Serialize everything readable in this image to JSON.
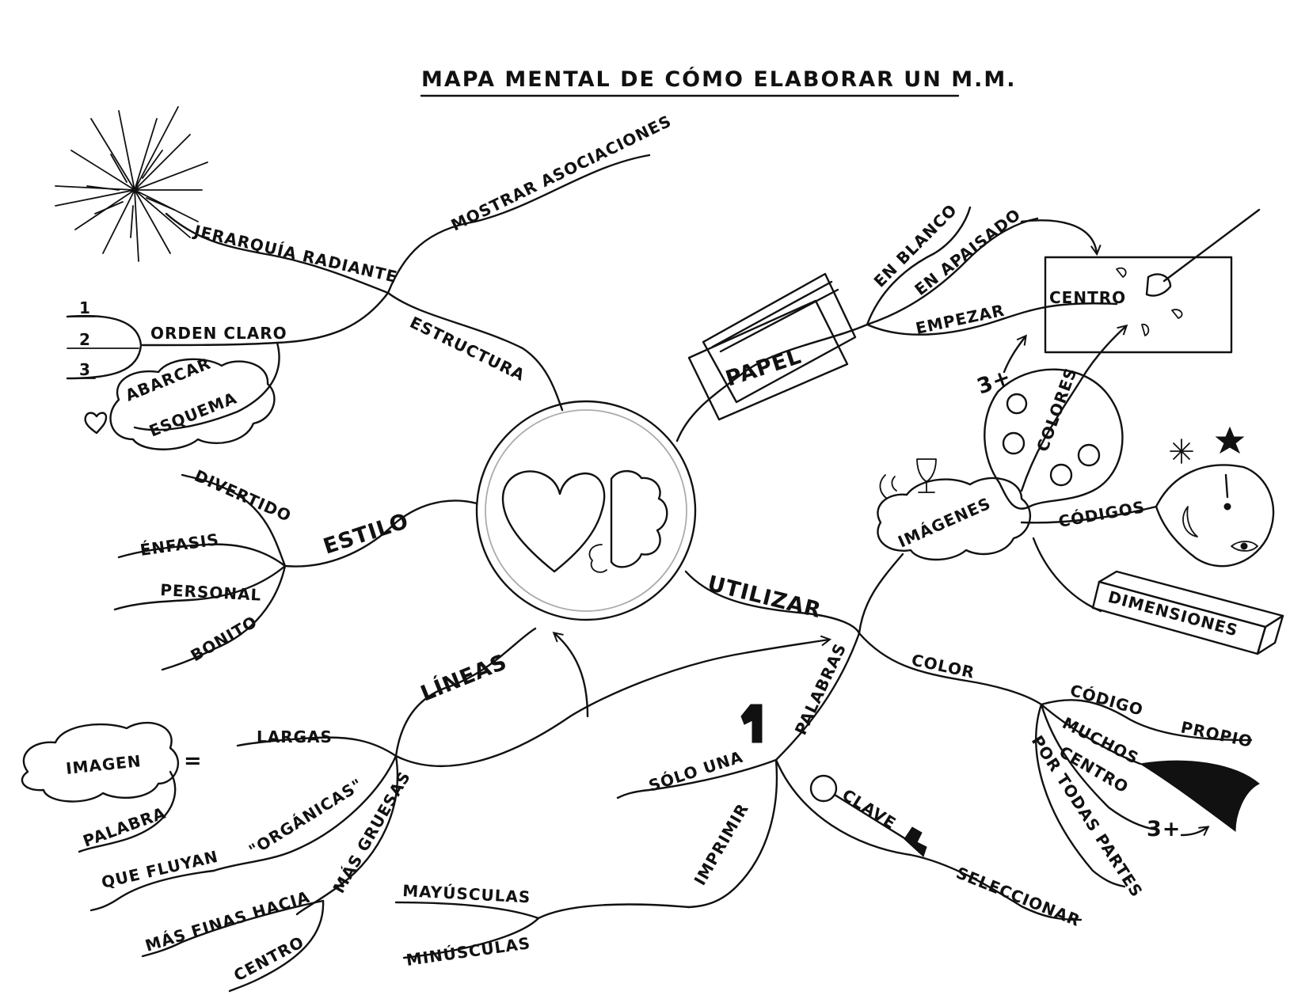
{
  "title": "MAPA MENTAL DE CÓMO ELABORAR UN M.M.",
  "branches": {
    "estructura": "ESTRUCTURA",
    "mostrar_asociaciones": "MOSTRAR ASOCIACIONES",
    "jerarquia_radiante": "JERARQUÍA RADIANTE",
    "orden_claro": "ORDEN CLARO",
    "abarcar": "ABARCAR",
    "esquema": "ESQUEMA",
    "num_1": "1",
    "num_2": "2",
    "num_3": "3",
    "estilo": "ESTILO",
    "divertido": "DIVERTIDO",
    "enfasis": "ÉNFASIS",
    "personal": "PERSONAL",
    "bonito": "BONITO",
    "lineas": "LÍNEAS",
    "largas": "LARGAS",
    "imagen": "IMAGEN",
    "igual": "=",
    "palabra": "PALABRA",
    "organicas": "\"ORGÁNICAS\"",
    "mas_gruesas": "MÁS GRUESAS",
    "que_fluyan": "QUE FLUYAN",
    "mas_finas_hacia": "MÁS FINAS HACIA",
    "centro_lineas": "CENTRO",
    "papel": "PAPEL",
    "en_blanco": "EN BLANCO",
    "en_apaisado": "EN APAISADO",
    "empezar": "EMPEZAR",
    "centro_papel": "CENTRO",
    "utilizar": "UTILIZAR",
    "imagenes": "IMÁGENES",
    "colores": "COLORES",
    "tres_mas_colores": "3+",
    "codigos": "CÓDIGOS",
    "dimensiones": "DIMENSIONES",
    "color": "COLOR",
    "codigo": "CÓDIGO",
    "propio": "PROPIO",
    "muchos": "MUCHOS",
    "centro_color": "CENTRO",
    "tres_mas_color": "3+",
    "por_todas_partes": "POR TODAS PARTES",
    "palabras": "PALABRAS",
    "solo_una": "SÓLO UNA",
    "imprimir": "IMPRIMIR",
    "mayusculas": "MAYÚSCULAS",
    "minusculas": "MINÚSCULAS",
    "clave": "CLAVE",
    "seleccionar": "SELECCIONAR"
  },
  "icons": {
    "center": "heart-and-brain-icon",
    "radiant": "starburst-icon",
    "paper": "paper-stack-icon",
    "canvas": "brush-canvas-icon",
    "palette": "palette-icon",
    "codes": "symbols-icon",
    "dimensions": "3d-box-icon",
    "brush": "ink-brush-icon",
    "key": "key-icon",
    "one": "number-one-icon",
    "heart": "heart-icon",
    "glass": "wine-glass-icon"
  },
  "colors": {
    "ink": "#111111",
    "paper": "#ffffff"
  }
}
